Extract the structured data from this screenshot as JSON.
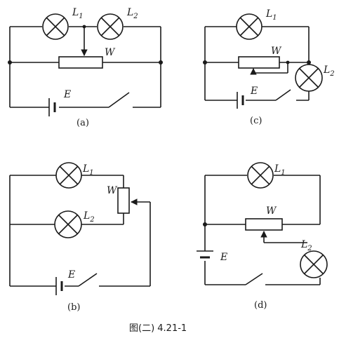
{
  "panels": {
    "a": {
      "caption": "(a)",
      "lamp1": "L",
      "lamp1_sub": "1",
      "lamp2": "L",
      "lamp2_sub": "2",
      "rheostat": "W",
      "battery": "E"
    },
    "b": {
      "caption": "(b)",
      "lamp1": "L",
      "lamp1_sub": "1",
      "lamp2": "L",
      "lamp2_sub": "2",
      "rheostat": "W",
      "battery": "E"
    },
    "c": {
      "caption": "(c)",
      "lamp1": "L",
      "lamp1_sub": "1",
      "lamp2": "L",
      "lamp2_sub": "2",
      "rheostat": "W",
      "battery": "E"
    },
    "d": {
      "caption": "(d)",
      "lamp1": "L",
      "lamp1_sub": "1",
      "lamp2": "L",
      "lamp2_sub": "2",
      "rheostat": "W",
      "battery": "E"
    }
  },
  "figure_caption": "图(二)  4.21-1"
}
